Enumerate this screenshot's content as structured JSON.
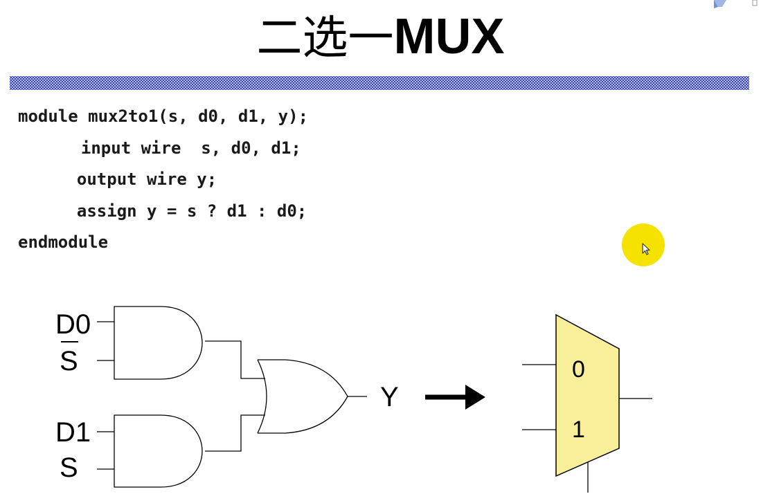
{
  "slide": {
    "title_cn": "二选一",
    "title_en": "MUX"
  },
  "code": {
    "lines": [
      "module mux2to1(s, d0, d1, y);",
      "  input wire  s, d0, d1;",
      "  output wire y;",
      "  assign y = s ? d1 : d0;",
      "endmodule"
    ]
  },
  "gate_diagram": {
    "inputs": [
      "D0",
      "S",
      "D1",
      "S"
    ],
    "inverted_input_index": 1,
    "output_label": "Y"
  },
  "mux_symbol": {
    "input_labels": [
      "0",
      "1"
    ],
    "fill_color": "#f9ee9a"
  },
  "colors": {
    "divider": "#2e3a9c",
    "cursor_highlight": "#f6e200"
  }
}
